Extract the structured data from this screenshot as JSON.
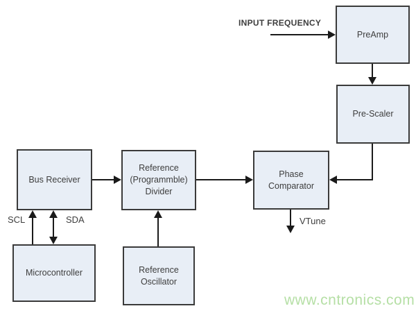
{
  "colors": {
    "box_fill": "#e8eef6",
    "box_border": "#3a3a3a",
    "line": "#1a1a1a",
    "text": "#3d3d3d",
    "watermark": "#b5dfa5"
  },
  "blocks": {
    "preamp": {
      "label": "PreAmp"
    },
    "prescaler": {
      "label": "Pre-Scaler"
    },
    "phase_comparator": {
      "label": "Phase\nComparator"
    },
    "reference_divider": {
      "label": "Reference\n(Programmble)\nDivider"
    },
    "bus_receiver": {
      "label": "Bus Receiver"
    },
    "microcontroller": {
      "label": "Microcontroller"
    },
    "reference_oscillator": {
      "label": "Reference\nOscillator"
    }
  },
  "labels": {
    "input_frequency": "INPUT FREQUENCY",
    "scl": "SCL",
    "sda": "SDA",
    "vtune": "VTune"
  },
  "watermark": {
    "text": "www.cntronics.com"
  }
}
